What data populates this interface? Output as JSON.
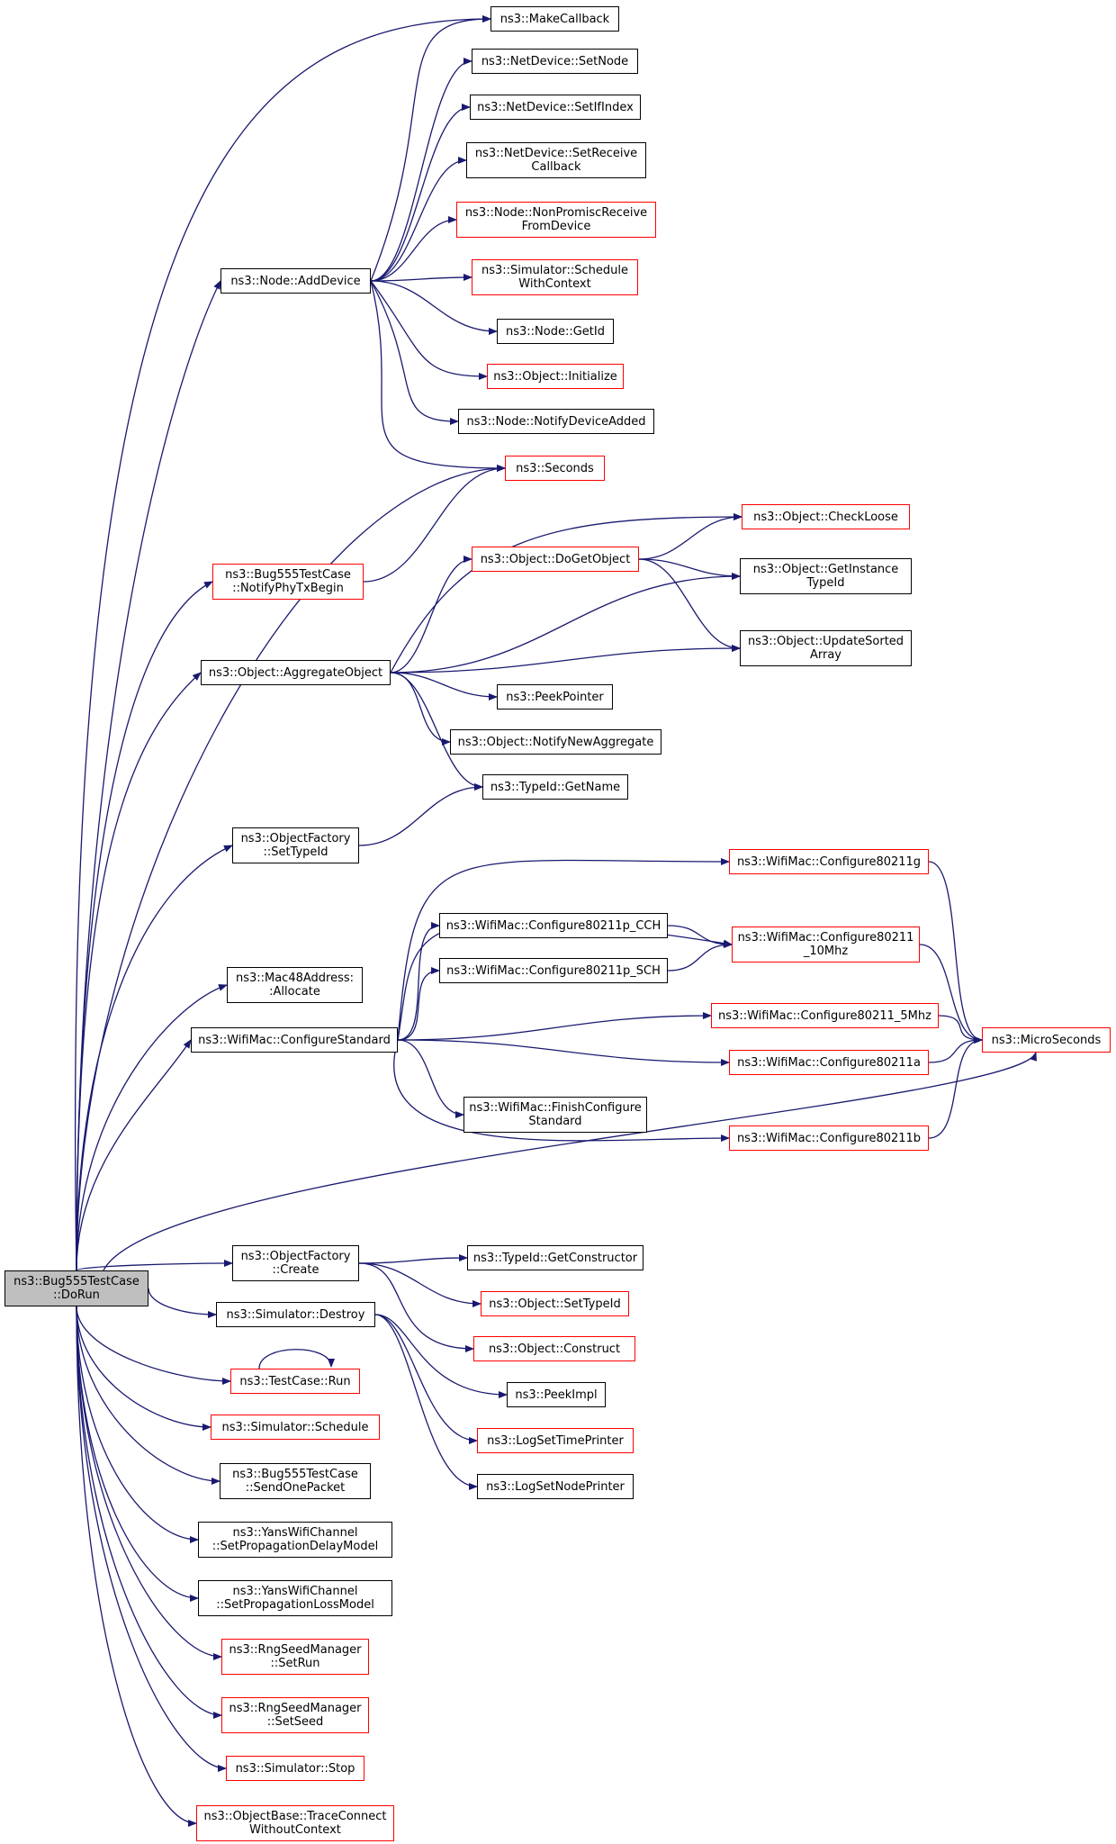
{
  "diagram": {
    "nodes": [
      {
        "id": "dorun",
        "lines": [
          "ns3::Bug555TestCase",
          "::DoRun"
        ],
        "style": "root"
      },
      {
        "id": "makecallback",
        "lines": [
          "ns3::MakeCallback"
        ],
        "style": "black"
      },
      {
        "id": "setnode",
        "lines": [
          "ns3::NetDevice::SetNode"
        ],
        "style": "black"
      },
      {
        "id": "setifindex",
        "lines": [
          "ns3::NetDevice::SetIfIndex"
        ],
        "style": "black"
      },
      {
        "id": "setreceive",
        "lines": [
          "ns3::NetDevice::SetReceive",
          "Callback"
        ],
        "style": "black"
      },
      {
        "id": "nonpromisc",
        "lines": [
          "ns3::Node::NonPromiscReceive",
          "FromDevice"
        ],
        "style": "red"
      },
      {
        "id": "schedwithctx",
        "lines": [
          "ns3::Simulator::Schedule",
          "WithContext"
        ],
        "style": "red"
      },
      {
        "id": "adddevice",
        "lines": [
          "ns3::Node::AddDevice"
        ],
        "style": "black"
      },
      {
        "id": "nodegetid",
        "lines": [
          "ns3::Node::GetId"
        ],
        "style": "black"
      },
      {
        "id": "objinit",
        "lines": [
          "ns3::Object::Initialize"
        ],
        "style": "red"
      },
      {
        "id": "notifydev",
        "lines": [
          "ns3::Node::NotifyDeviceAdded"
        ],
        "style": "black"
      },
      {
        "id": "seconds",
        "lines": [
          "ns3::Seconds"
        ],
        "style": "red"
      },
      {
        "id": "checkloose",
        "lines": [
          "ns3::Object::CheckLoose"
        ],
        "style": "red"
      },
      {
        "id": "dogetobject",
        "lines": [
          "ns3::Object::DoGetObject"
        ],
        "style": "red"
      },
      {
        "id": "notifyphy",
        "lines": [
          "ns3::Bug555TestCase",
          "::NotifyPhyTxBegin"
        ],
        "style": "red"
      },
      {
        "id": "getinstance",
        "lines": [
          "ns3::Object::GetInstance",
          "TypeId"
        ],
        "style": "black"
      },
      {
        "id": "updatesorted",
        "lines": [
          "ns3::Object::UpdateSorted",
          "Array"
        ],
        "style": "black"
      },
      {
        "id": "aggregate",
        "lines": [
          "ns3::Object::AggregateObject"
        ],
        "style": "black"
      },
      {
        "id": "peekpointer",
        "lines": [
          "ns3::PeekPointer"
        ],
        "style": "black"
      },
      {
        "id": "notifyagg",
        "lines": [
          "ns3::Object::NotifyNewAggregate"
        ],
        "style": "black"
      },
      {
        "id": "getname",
        "lines": [
          "ns3::TypeId::GetName"
        ],
        "style": "black"
      },
      {
        "id": "ofsettypeid",
        "lines": [
          "ns3::ObjectFactory",
          "::SetTypeId"
        ],
        "style": "black"
      },
      {
        "id": "cfg11g",
        "lines": [
          "ns3::WifiMac::Configure80211g"
        ],
        "style": "red"
      },
      {
        "id": "cfgcch",
        "lines": [
          "ns3::WifiMac::Configure80211p_CCH"
        ],
        "style": "black"
      },
      {
        "id": "cfg10mhz",
        "lines": [
          "ns3::WifiMac::Configure80211",
          "_10Mhz"
        ],
        "style": "red"
      },
      {
        "id": "cfgsch",
        "lines": [
          "ns3::WifiMac::Configure80211p_SCH"
        ],
        "style": "black"
      },
      {
        "id": "allocate",
        "lines": [
          "ns3::Mac48Address:",
          ":Allocate"
        ],
        "style": "black"
      },
      {
        "id": "cfg5mhz",
        "lines": [
          "ns3::WifiMac::Configure80211_5Mhz"
        ],
        "style": "red"
      },
      {
        "id": "configstd",
        "lines": [
          "ns3::WifiMac::ConfigureStandard"
        ],
        "style": "black"
      },
      {
        "id": "microseconds",
        "lines": [
          "ns3::MicroSeconds"
        ],
        "style": "red"
      },
      {
        "id": "cfg11a",
        "lines": [
          "ns3::WifiMac::Configure80211a"
        ],
        "style": "red"
      },
      {
        "id": "finishcfg",
        "lines": [
          "ns3::WifiMac::FinishConfigure",
          "Standard"
        ],
        "style": "black"
      },
      {
        "id": "cfg11b",
        "lines": [
          "ns3::WifiMac::Configure80211b"
        ],
        "style": "red"
      },
      {
        "id": "ofcreate",
        "lines": [
          "ns3::ObjectFactory",
          "::Create"
        ],
        "style": "black"
      },
      {
        "id": "getctor",
        "lines": [
          "ns3::TypeId::GetConstructor"
        ],
        "style": "black"
      },
      {
        "id": "objsettypeid",
        "lines": [
          "ns3::Object::SetTypeId"
        ],
        "style": "red"
      },
      {
        "id": "simdestroy",
        "lines": [
          "ns3::Simulator::Destroy"
        ],
        "style": "black"
      },
      {
        "id": "objconstruct",
        "lines": [
          "ns3::Object::Construct"
        ],
        "style": "red"
      },
      {
        "id": "testrun",
        "lines": [
          "ns3::TestCase::Run"
        ],
        "style": "red"
      },
      {
        "id": "peekimpl",
        "lines": [
          "ns3::PeekImpl"
        ],
        "style": "black"
      },
      {
        "id": "simschedule",
        "lines": [
          "ns3::Simulator::Schedule"
        ],
        "style": "red"
      },
      {
        "id": "logtime",
        "lines": [
          "ns3::LogSetTimePrinter"
        ],
        "style": "red"
      },
      {
        "id": "sendone",
        "lines": [
          "ns3::Bug555TestCase",
          "::SendOnePacket"
        ],
        "style": "black"
      },
      {
        "id": "lognode",
        "lines": [
          "ns3::LogSetNodePrinter"
        ],
        "style": "black"
      },
      {
        "id": "setdelay",
        "lines": [
          "ns3::YansWifiChannel",
          "::SetPropagationDelayModel"
        ],
        "style": "black"
      },
      {
        "id": "setloss",
        "lines": [
          "ns3::YansWifiChannel",
          "::SetPropagationLossModel"
        ],
        "style": "black"
      },
      {
        "id": "setrun",
        "lines": [
          "ns3::RngSeedManager",
          "::SetRun"
        ],
        "style": "red"
      },
      {
        "id": "setseed",
        "lines": [
          "ns3::RngSeedManager",
          "::SetSeed"
        ],
        "style": "red"
      },
      {
        "id": "simstop",
        "lines": [
          "ns3::Simulator::Stop"
        ],
        "style": "red"
      },
      {
        "id": "traceconnect",
        "lines": [
          "ns3::ObjectBase::TraceConnect",
          "WithoutContext"
        ],
        "style": "red"
      }
    ],
    "edges": [
      [
        "dorun",
        "makecallback"
      ],
      [
        "dorun",
        "adddevice"
      ],
      [
        "dorun",
        "seconds"
      ],
      [
        "dorun",
        "notifyphy"
      ],
      [
        "dorun",
        "aggregate"
      ],
      [
        "dorun",
        "ofsettypeid"
      ],
      [
        "dorun",
        "allocate"
      ],
      [
        "dorun",
        "configstd"
      ],
      [
        "dorun",
        "microseconds"
      ],
      [
        "dorun",
        "ofcreate"
      ],
      [
        "dorun",
        "simdestroy"
      ],
      [
        "dorun",
        "testrun"
      ],
      [
        "dorun",
        "simschedule"
      ],
      [
        "dorun",
        "sendone"
      ],
      [
        "dorun",
        "setdelay"
      ],
      [
        "dorun",
        "setloss"
      ],
      [
        "dorun",
        "setrun"
      ],
      [
        "dorun",
        "setseed"
      ],
      [
        "dorun",
        "simstop"
      ],
      [
        "dorun",
        "traceconnect"
      ],
      [
        "adddevice",
        "makecallback"
      ],
      [
        "adddevice",
        "setnode"
      ],
      [
        "adddevice",
        "setifindex"
      ],
      [
        "adddevice",
        "setreceive"
      ],
      [
        "adddevice",
        "nonpromisc"
      ],
      [
        "adddevice",
        "schedwithctx"
      ],
      [
        "adddevice",
        "nodegetid"
      ],
      [
        "adddevice",
        "objinit"
      ],
      [
        "adddevice",
        "notifydev"
      ],
      [
        "adddevice",
        "seconds"
      ],
      [
        "notifyphy",
        "seconds"
      ],
      [
        "aggregate",
        "checkloose"
      ],
      [
        "aggregate",
        "dogetobject"
      ],
      [
        "aggregate",
        "getinstance"
      ],
      [
        "aggregate",
        "updatesorted"
      ],
      [
        "aggregate",
        "peekpointer"
      ],
      [
        "aggregate",
        "notifyagg"
      ],
      [
        "aggregate",
        "getname"
      ],
      [
        "dogetobject",
        "checkloose"
      ],
      [
        "dogetobject",
        "getinstance"
      ],
      [
        "dogetobject",
        "updatesorted"
      ],
      [
        "ofsettypeid",
        "getname"
      ],
      [
        "configstd",
        "cfg11g"
      ],
      [
        "configstd",
        "cfgcch"
      ],
      [
        "configstd",
        "cfg10mhz"
      ],
      [
        "configstd",
        "cfgsch"
      ],
      [
        "configstd",
        "cfg5mhz"
      ],
      [
        "configstd",
        "cfg11a"
      ],
      [
        "configstd",
        "finishcfg"
      ],
      [
        "configstd",
        "cfg11b"
      ],
      [
        "cfgcch",
        "cfg10mhz"
      ],
      [
        "cfgsch",
        "cfg10mhz"
      ],
      [
        "cfg11g",
        "microseconds"
      ],
      [
        "cfg10mhz",
        "microseconds"
      ],
      [
        "cfg5mhz",
        "microseconds"
      ],
      [
        "cfg11a",
        "microseconds"
      ],
      [
        "cfg11b",
        "microseconds"
      ],
      [
        "ofcreate",
        "getctor"
      ],
      [
        "ofcreate",
        "objsettypeid"
      ],
      [
        "ofcreate",
        "objconstruct"
      ],
      [
        "simdestroy",
        "peekimpl"
      ],
      [
        "simdestroy",
        "logtime"
      ],
      [
        "simdestroy",
        "lognode"
      ],
      [
        "testrun",
        "testrun"
      ]
    ]
  }
}
